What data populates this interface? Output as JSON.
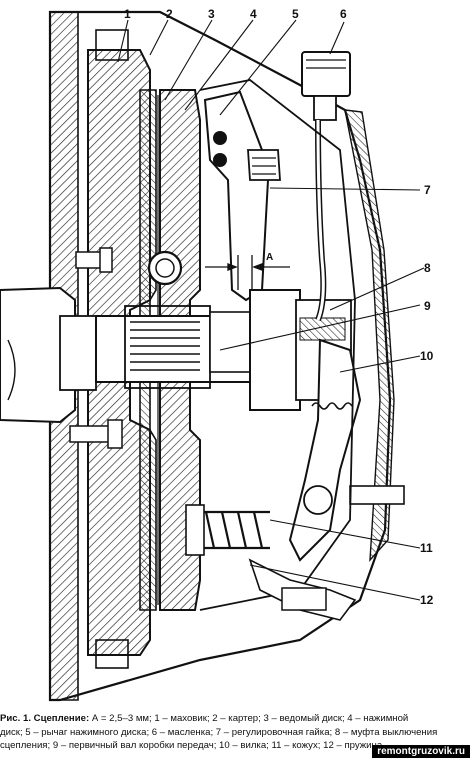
{
  "diagram": {
    "callouts": [
      "1",
      "2",
      "3",
      "4",
      "5",
      "6",
      "7",
      "8",
      "9",
      "10",
      "11",
      "12"
    ],
    "dimension_label": "A"
  },
  "caption": {
    "lead": "Рис.",
    "title": "1. Сцепление:",
    "line1": "А = 2,5–3 мм; 1 – маховик; 2 – картер; 3 – ведомый диск; 4 – нажимной",
    "line2": "диск; 5 – рычаг нажимного диска; 6 – масленка; 7 – регулировочная гайка; 8 – муфта выключения",
    "line3": "сцепления; 9 – первичный вал коробки передач; 10 – вилка; 11 – кожух; 12 – пружина"
  },
  "watermark": "remontgruzovik.ru"
}
